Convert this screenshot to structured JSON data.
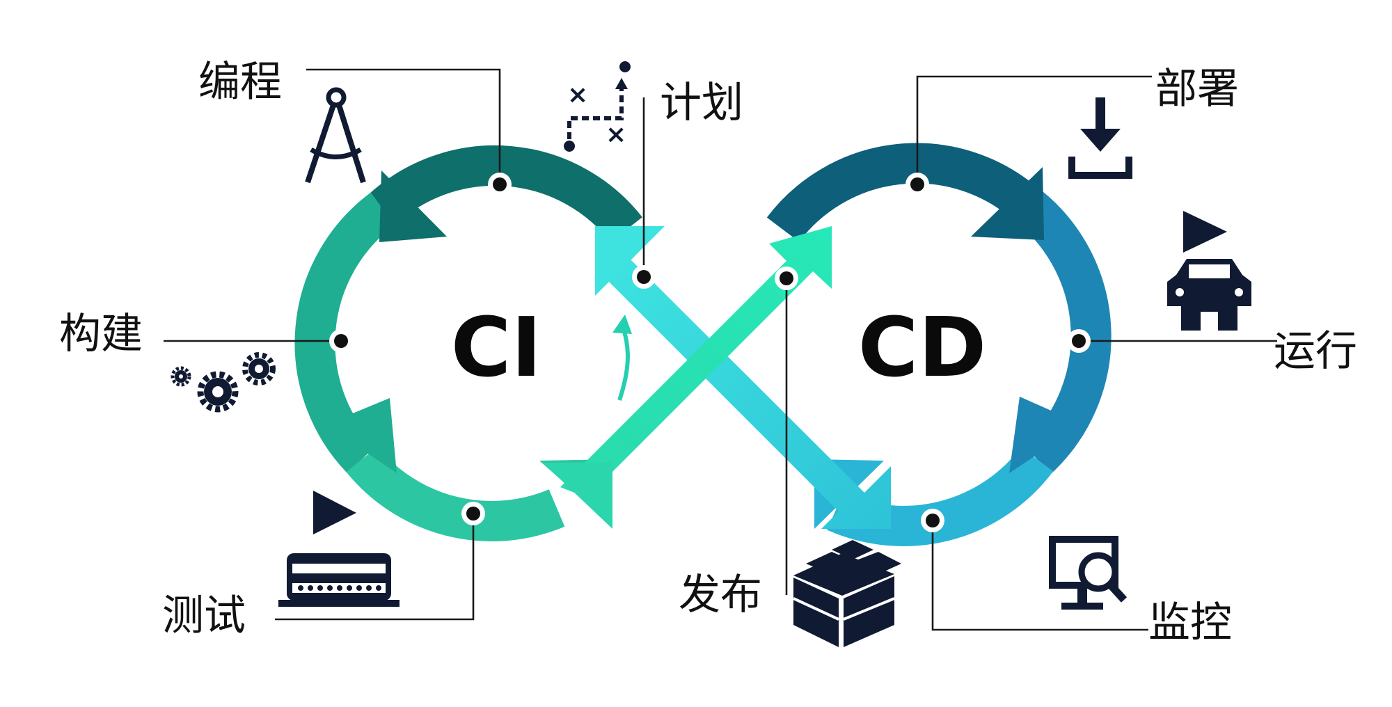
{
  "diagram": {
    "ci_label": "CI",
    "cd_label": "CD",
    "stages": {
      "coding": "编程",
      "plan": "计划",
      "build": "构建",
      "test": "测试",
      "release": "发布",
      "deploy": "部署",
      "operate": "运行",
      "monitor": "监控"
    },
    "colors": {
      "ci_top": "#0f6f6a",
      "ci_left": "#1fae91",
      "ci_bottom": "#2cc7a2",
      "cross_up": "#25e4b3",
      "cross_down": "#34d2dc",
      "cd_top": "#0e5f7a",
      "cd_right": "#1e86b4",
      "cd_bottom": "#2ab5d7",
      "icon": "#111a33"
    },
    "icons": [
      "compass-icon",
      "strategy-plan-icon",
      "gears-icon",
      "test-rack-icon",
      "boxes-icon",
      "download-icon",
      "car-icon",
      "monitor-search-icon"
    ]
  }
}
